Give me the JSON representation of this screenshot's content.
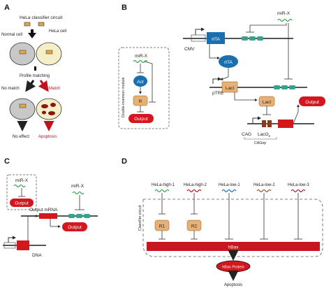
{
  "panels": {
    "a": {
      "letter": "A",
      "circuit_label": "HeLa classifier circuit",
      "normal_cell": "Normal cell",
      "hela_cell": "HeLa cell",
      "profile_matching": "Profile matching",
      "no_match": "No match",
      "match": "Match",
      "no_effect": "No effect",
      "apoptosis": "Apoptosis"
    },
    "b": {
      "letter": "B",
      "mir": "miR-X",
      "act": "Act",
      "r": "R",
      "output": "Output",
      "module_label": "Double-inversion module",
      "cmv": "CMV",
      "rtta": "rtTA",
      "ptre": "pTRE",
      "laci": "LacI",
      "cag": "CAG",
      "laco2": "LacO",
      "laco2_sub": "2",
      "cagop": "CAGop",
      "mir_right": "miR-X"
    },
    "c": {
      "letter": "C",
      "mir_box": "miR-X",
      "output_box": "Output",
      "mir": "miR-X",
      "mrna": "Output mRNA",
      "output": "Output",
      "dna": "DNA"
    },
    "d": {
      "letter": "D",
      "mirs": [
        "HeLa-high-1",
        "HeLa-high-2",
        "HeLa-low-1",
        "HeLa-low-2",
        "HeLa-low-3"
      ],
      "r1": "R1",
      "r2": "R2",
      "circuit_label": "Classifier circuit",
      "hbax": "hBax",
      "hbax_protein": "hBax Protein",
      "apoptosis": "Apoptosis"
    }
  },
  "colors": {
    "output_red": "#d4161e",
    "match_red": "#c1121f",
    "repressor_orange": "#e8b074",
    "activator_blue": "#1b6fae",
    "site_green": "#3aa28a",
    "mir_green": "#2ea84f",
    "cell_gray": "#c8c8c8",
    "hela_cream": "#f4efc6"
  }
}
